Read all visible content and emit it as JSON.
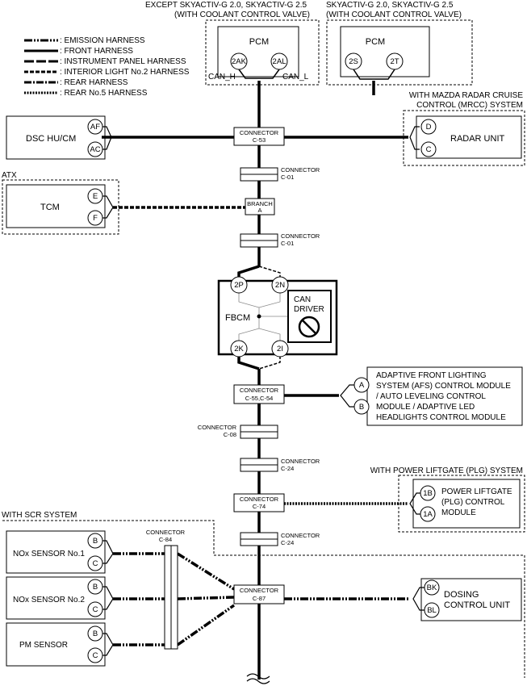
{
  "legend": [
    {
      "label": ": EMISSION HARNESS",
      "style": "emission"
    },
    {
      "label": ": FRONT HARNESS",
      "style": "front"
    },
    {
      "label": ": INSTRUMENT PANEL HARNESS",
      "style": "instrument"
    },
    {
      "label": ": INTERIOR LIGHT No.2 HARNESS",
      "style": "interior"
    },
    {
      "label": ": REAR HARNESS",
      "style": "rear"
    },
    {
      "label": ": REAR No.5 HARNESS",
      "style": "rear5"
    }
  ],
  "groups": {
    "pcm1_l1": "EXCEPT SKYACTIV-G 2.0, SKYACTIV-G 2.5",
    "pcm1_l2": "(WITH COOLANT CONTROL VALVE)",
    "pcm2_l1": "SKYACTIV-G 2.0, SKYACTIV-G 2.5",
    "pcm2_l2": "(WITH COOLANT CONTROL VALVE)",
    "mrcc_l1": "WITH MAZDA RADAR CRUISE",
    "mrcc_l2": "CONTROL (MRCC) SYSTEM",
    "atx": "ATX",
    "plg": "WITH POWER LIFTGATE (PLG) SYSTEM",
    "scr": "WITH SCR SYSTEM"
  },
  "modules": {
    "pcm1": {
      "name": "PCM",
      "pins": [
        "2AK",
        "2AL"
      ],
      "can_h": "CAN_H",
      "can_l": "CAN_L"
    },
    "pcm2": {
      "name": "PCM",
      "pins": [
        "2S",
        "2T"
      ]
    },
    "dsc": {
      "name": "DSC HU/CM",
      "pins": [
        "AF",
        "AC"
      ]
    },
    "radar": {
      "name": "RADAR UNIT",
      "pins": [
        "D",
        "C"
      ]
    },
    "tcm": {
      "name": "TCM",
      "pins": [
        "E",
        "F"
      ]
    },
    "fbcm": {
      "name": "FBCM",
      "pins": [
        "2P",
        "2N",
        "2K",
        "2I"
      ],
      "can_driver_l1": "CAN",
      "can_driver_l2": "DRIVER"
    },
    "afs": {
      "lines": [
        "ADAPTIVE FRONT LIGHTING",
        "SYSTEM (AFS) CONTROL MODULE",
        "/ AUTO LEVELING CONTROL",
        "MODULE / ADAPTIVE LED",
        "HEADLIGHTS CONTROL MODULE"
      ],
      "pins": [
        "A",
        "B"
      ]
    },
    "plg": {
      "lines": [
        "POWER LIFTGATE",
        "(PLG) CONTROL",
        "MODULE"
      ],
      "pins": [
        "1B",
        "1A"
      ]
    },
    "nox1": {
      "name": "NOx SENSOR No.1",
      "pins": [
        "B",
        "C"
      ]
    },
    "nox2": {
      "name": "NOx SENSOR No.2",
      "pins": [
        "B",
        "C"
      ]
    },
    "pm": {
      "name": "PM SENSOR",
      "pins": [
        "B",
        "C"
      ]
    },
    "dosing": {
      "lines": [
        "DOSING",
        "CONTROL UNIT"
      ],
      "pins": [
        "BK",
        "BL"
      ]
    }
  },
  "connectors": {
    "c53": {
      "l1": "CONNECTOR",
      "l2": "C-53"
    },
    "c01a": {
      "l1": "CONNECTOR",
      "l2": "C-01"
    },
    "branch": {
      "l1": "BRANCH",
      "l2": "A"
    },
    "c01b": {
      "l1": "CONNECTOR",
      "l2": "C-01"
    },
    "c55": {
      "l1": "CONNECTOR",
      "l2": "C-55,C-54"
    },
    "c08": {
      "l1": "CONNECTOR",
      "l2": "C-08"
    },
    "c24a": {
      "l1": "CONNECTOR",
      "l2": "C-24"
    },
    "c74": {
      "l1": "CONNECTOR",
      "l2": "C-74"
    },
    "c24b": {
      "l1": "CONNECTOR",
      "l2": "C-24"
    },
    "c84": {
      "l1": "CONNECTOR",
      "l2": "C-84"
    },
    "c87": {
      "l1": "CONNECTOR",
      "l2": "C-87"
    }
  }
}
